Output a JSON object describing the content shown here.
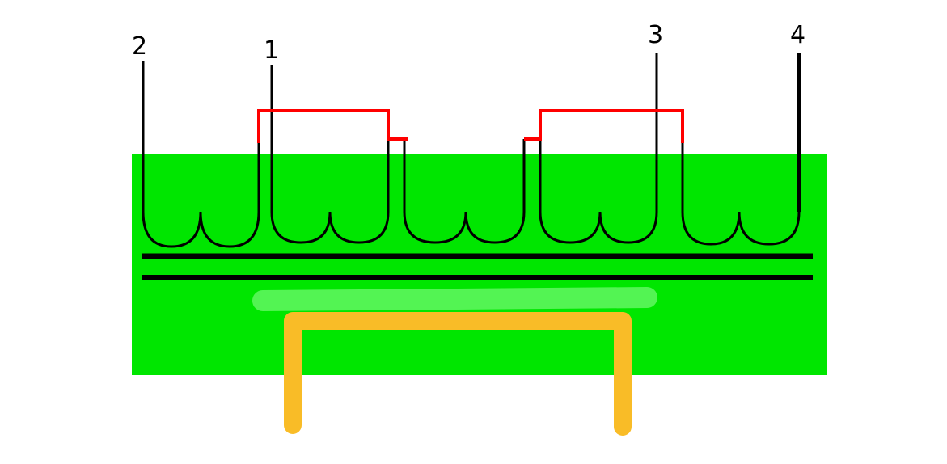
{
  "terminals": [
    {
      "id": "t2",
      "label": "2"
    },
    {
      "id": "t1",
      "label": "1"
    },
    {
      "id": "t3",
      "label": "3"
    },
    {
      "id": "t4",
      "label": "4"
    }
  ],
  "colors": {
    "background": "#ffffff",
    "core": "#00e600",
    "core_highlight": "#5cf55c",
    "winding": "#000000",
    "jumper": "#ff0000",
    "bracket": "#f9bc27"
  }
}
